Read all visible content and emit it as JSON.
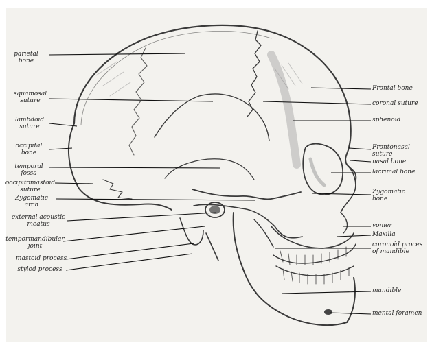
{
  "diagram": {
    "colors": {
      "paper": "#f3f2ee",
      "pencil": "#3a3a3a",
      "shade": "#8a8a8a",
      "leader": "#111111",
      "text": "#2a2a2a"
    },
    "labels_left": [
      "parietal\nbone",
      "squamosal\nsuture",
      "lambdoid\nsuture",
      "occipital\nbone",
      "temporal\nfossa",
      "occipitomastoid\nsuture",
      "Zygomatic\narch",
      "external acoustic\nmeatus",
      "tempormandibular\njoint",
      "mastoid process",
      "stylod process"
    ],
    "labels_right": [
      "Frontal bone",
      "coronal suture",
      "sphenoid",
      "Frontonasal\nsuture",
      "nasal bone",
      "lacrimal bone",
      "Zygomatic\nbone",
      "vomer",
      "Maxilla",
      "coronoid proces\nof mandible",
      "mandible",
      "mental foramen"
    ]
  }
}
